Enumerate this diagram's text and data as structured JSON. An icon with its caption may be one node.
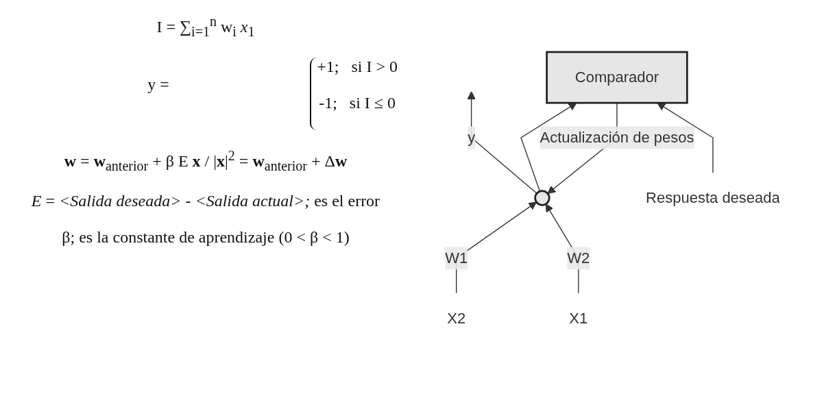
{
  "diagram": {
    "nodes": [
      {
        "text": [],
        "shape": "circle"
      },
      {
        "text": [
          "Comparador"
        ]
      },
      {
        "text": [
          "X2"
        ]
      },
      {
        "text": [
          "X1"
        ]
      },
      {
        "text": [
          "Respuesta deseada"
        ]
      }
    ],
    "edges": [
      {
        "from": 0,
        "to": null,
        "arrow": "to",
        "label": "y"
      },
      {
        "from": 0,
        "to": 1,
        "arrow": "to"
      },
      {
        "from": 1,
        "to": 0,
        "arrow": "to",
        "label": "Actualización de pesos"
      },
      {
        "from": 2,
        "to": 0,
        "arrow": "to",
        "label": "W1"
      },
      {
        "from": 3,
        "to": 0,
        "arrow": "to",
        "label": "W2"
      },
      {
        "from": 4,
        "to": 1,
        "arrow": "to"
      }
    ],
    "labels": [
      "I = ∑$_{i=1}$$^{n}$ w$_{i}$ *x*$_{1}$",
      "y =",
      "+1;   si I > 0",
      "-1;   si I ≤ 0",
      "**w** = **w**$_{anterior}$ + β E **x** / |**x**|$^{2}$ = **w**$_{anterior}$ + Δ**w**",
      "*E* = *<Salida deseada>* - *<Salida actual>;* es el error",
      "β; es la constante de aprendizaje (0 < β < 1)"
    ]
  }
}
